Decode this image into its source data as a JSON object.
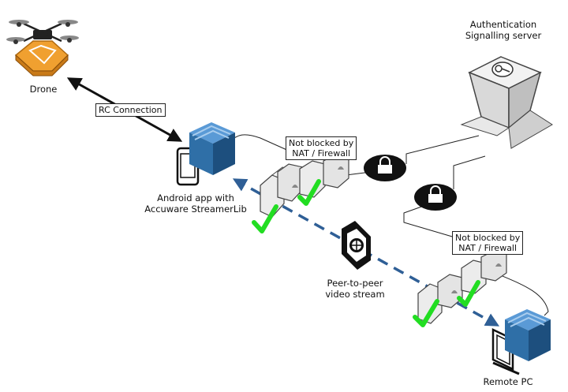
{
  "labels": {
    "drone": "Drone",
    "rc_connection": "RC Connection",
    "android_line1": "Android app with",
    "android_line2": "Accuware StreamerLib",
    "server_line1": "Authentication",
    "server_line2": "Signalling server",
    "nat_top_line1": "Not blocked by",
    "nat_top_line2": "NAT / Firewall",
    "nat_bottom_line1": "Not blocked by",
    "nat_bottom_line2": "NAT / Firewall",
    "p2p_line1": "Peer-to-peer",
    "p2p_line2": "video stream",
    "remote_pc": "Remote PC"
  },
  "icons": [
    "drone-icon",
    "phone-icon",
    "cube-icon",
    "server-icon",
    "key-icon",
    "lock-icon",
    "firewall-wall-icon",
    "checkmark-icon",
    "film-reel-icon",
    "monitor-icon"
  ],
  "colors": {
    "cube_blue": "#2f6fa7",
    "cube_dark": "#1d4f7e",
    "dashed_arrow": "#2f5f96",
    "check_green": "#22dd22",
    "drone_orange": "#f0a030",
    "lock_black": "#111111"
  }
}
